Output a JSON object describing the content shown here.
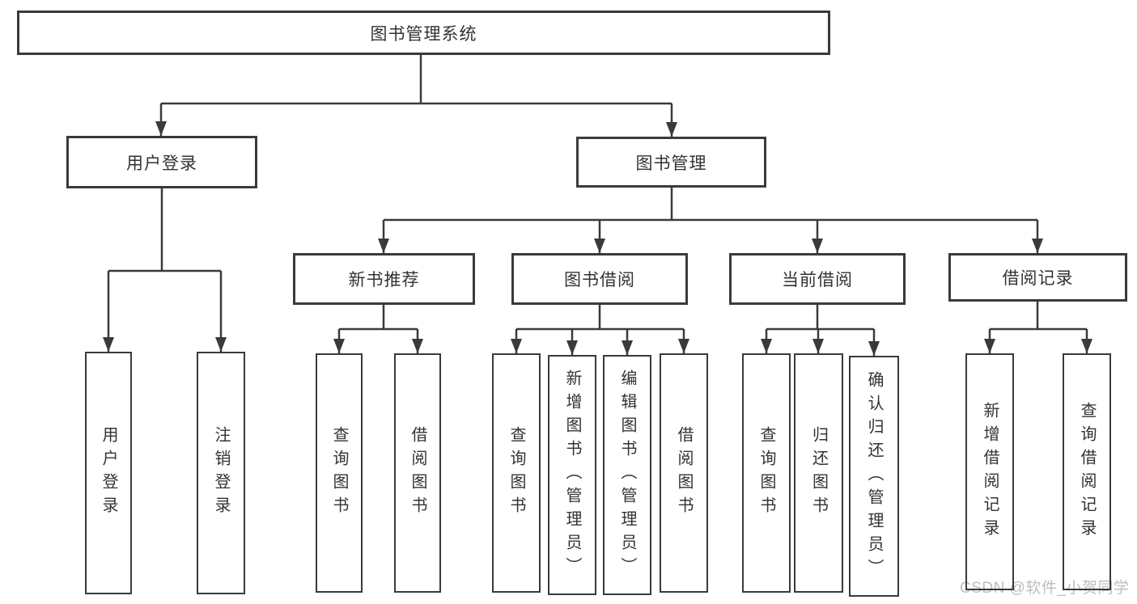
{
  "title": "图书管理系统",
  "nodes": {
    "root": "图书管理系统",
    "user_login": "用户登录",
    "book_mgmt": "图书管理",
    "new_book_rec": "新书推荐",
    "book_borrow": "图书借阅",
    "current_borrow": "当前借阅",
    "borrow_records": "借阅记录",
    "ul_user_login": "用户登录",
    "ul_logout": "注销登录",
    "nb_query_books": "查询图书",
    "nb_borrow_books": "借阅图书",
    "bb_query_books": "查询图书",
    "bb_add_books_admin": "新增图书（管理员）",
    "bb_edit_books_admin": "编辑图书（管理员）",
    "bb_borrow_books": "借阅图书",
    "cb_query_books": "查询图书",
    "cb_return_books": "归还图书",
    "cb_confirm_return_admin": "确认归还（管理员）",
    "br_add_record": "新增借阅记录",
    "br_query_record": "查询借阅记录"
  },
  "watermark": "CSDN @软件_小贺同学",
  "colors": {
    "line": "#3a3a3a",
    "text": "#333333",
    "box_background": "#ffffff",
    "watermark": "#bdbdbd"
  }
}
